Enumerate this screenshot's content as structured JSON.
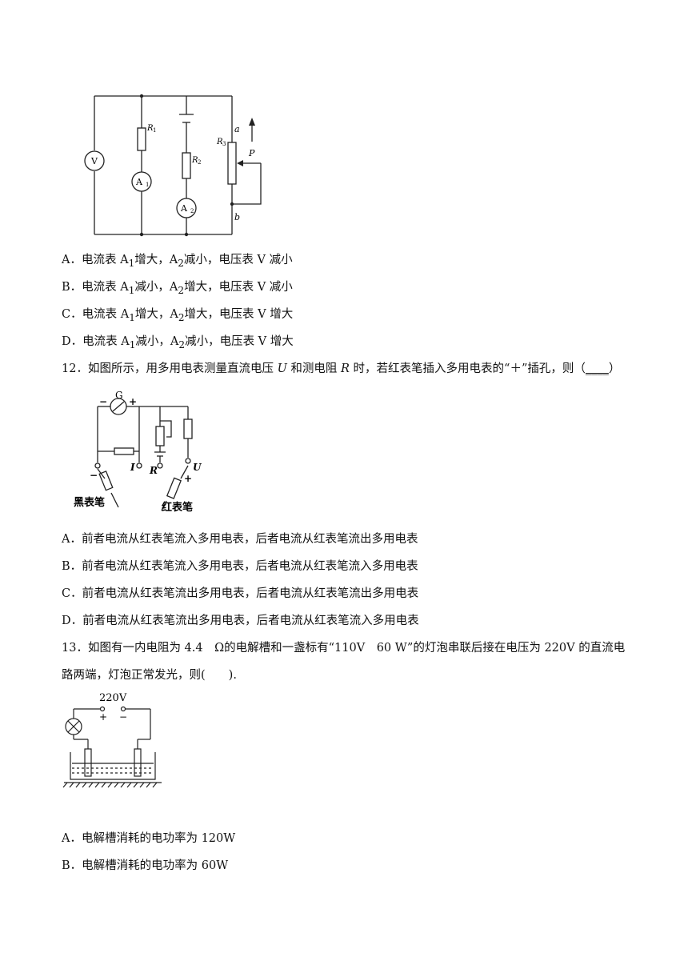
{
  "fig1": {
    "labels": {
      "V": "V",
      "R1": "R",
      "R1_sub": "1",
      "A1": "A",
      "A1_sub": "1",
      "R2": "R",
      "R2_sub": "2",
      "A2": "A",
      "A2_sub": "2",
      "R3": "R",
      "R3_sub": "3",
      "a": "a",
      "b": "b",
      "P": "P"
    }
  },
  "q11": {
    "options": [
      {
        "prefix": "A．电流表 A",
        "sub1": "1",
        "mid": "增大，A",
        "sub2": "2",
        "suffix": "减小，电压表 V 减小"
      },
      {
        "prefix": "B．电流表 A",
        "sub1": "1",
        "mid": "减小，A",
        "sub2": "2",
        "suffix": "增大，电压表 V 减小"
      },
      {
        "prefix": "C．电流表 A",
        "sub1": "1",
        "mid": "增大，A",
        "sub2": "2",
        "suffix": "增大，电压表 V 增大"
      },
      {
        "prefix": "D．电流表 A",
        "sub1": "1",
        "mid": "减小，A",
        "sub2": "2",
        "suffix": "减小，电压表 V 增大"
      }
    ]
  },
  "q12": {
    "number": "12．如图所示，用多用电表测量直流电压 ",
    "u": "U",
    "mid": " 和测电阻 ",
    "r": "R",
    "rest": " 时，若红表笔插入多用电表的“＋”插孔，则（",
    "blank": "____",
    "close": "）",
    "fig": {
      "G": "G",
      "minus_top": "−",
      "plus_top": "+",
      "I": "I",
      "R": "R",
      "U": "U",
      "minus_left": "−",
      "plus_right": "+",
      "black_pen": "黑表笔",
      "red_pen": "红表笔"
    },
    "options": [
      "A．前者电流从红表笔流入多用电表，后者电流从红表笔流出多用电表",
      "B．前者电流从红表笔流入多用电表，后者电流从红表笔流入多用电表",
      "C．前者电流从红表笔流出多用电表，后者电流从红表笔流出多用电表",
      "D．前者电流从红表笔流出多用电表，后者电流从红表笔流入多用电表"
    ]
  },
  "q13": {
    "line1": "13．如图有一内电阻为 4.4　Ω的电解槽和一盏标有“110V　60 W”的灯泡串联后接在电压为 220V 的直流电",
    "line2": "路两端，灯泡正常发光，则(　　).",
    "fig": {
      "voltage": "220V",
      "plus": "+",
      "minus": "−"
    },
    "options": [
      "A．电解槽消耗的电功率为 120W",
      "B．电解槽消耗的电功率为 60W"
    ]
  }
}
